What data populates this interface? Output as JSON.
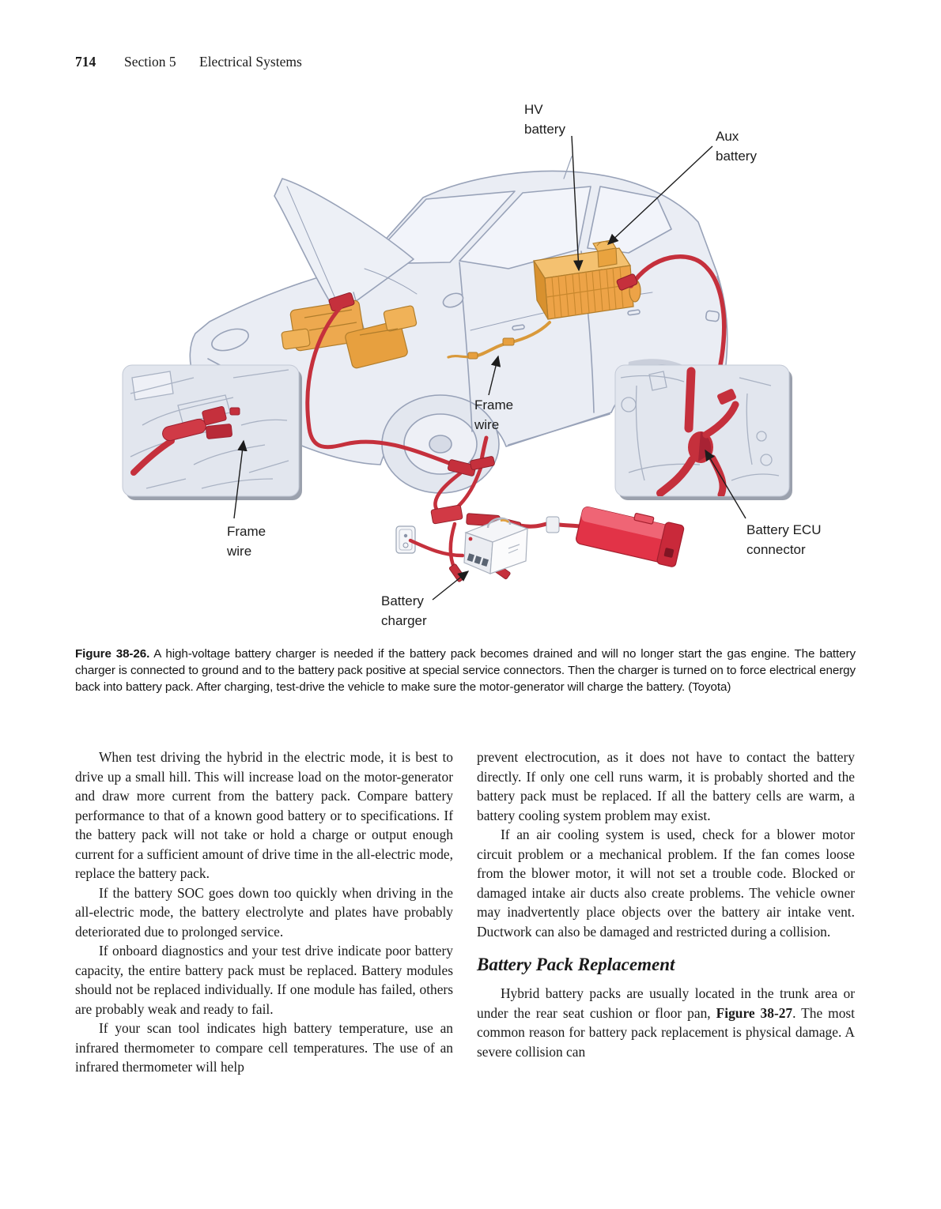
{
  "header": {
    "page_number": "714",
    "section_label": "Section 5",
    "section_title": "Electrical Systems"
  },
  "figure": {
    "callouts": {
      "hv_battery": "HV\nbattery",
      "aux_battery": "Aux\nbattery",
      "frame_wire_mid": "Frame\nwire",
      "frame_wire_left": "Frame\nwire",
      "battery_charger": "Battery\ncharger",
      "battery_ecu_connector": "Battery ECU\nconnector"
    },
    "caption": {
      "lead": "Figure 38-26.",
      "body": " A high-voltage battery charger is needed if the battery pack becomes drained and will no longer start the gas engine. The battery charger is connected to ground and to the battery pack positive at special service connectors. Then the charger is turned on to force electrical energy back into battery pack. After charging, test-drive the vehicle to make sure the motor-generator will charge the battery. (Toyota)"
    }
  },
  "article": {
    "left": [
      "When test driving the hybrid in the electric mode, it is best to drive up a small hill. This will increase load on the motor-generator and draw more current from the battery pack. Compare battery performance to that of a known good battery or to specifications. If the battery pack will not take or hold a charge or output enough current for a sufficient amount of drive time in the all-electric mode, replace the battery pack.",
      "If the battery SOC goes down too quickly when driving in the all-electric mode, the battery electrolyte and plates have probably deteriorated due to prolonged service.",
      "If onboard diagnostics and your test drive indicate poor battery capacity, the entire battery pack must be replaced. Battery modules should not be replaced individually. If one module has failed, others are probably weak and ready to fail.",
      "If your scan tool indicates high battery temperature, use an infrared thermometer to compare cell temperatures. The use of an infrared thermometer will help"
    ],
    "right": [
      "prevent electrocution, as it does not have to contact the battery directly. If only one cell runs warm, it is probably shorted and the battery pack must be replaced. If all the battery cells are warm, a battery cooling system problem may exist.",
      "If an air cooling system is used, check for a blower motor circuit problem or a mechanical problem. If the fan comes loose from the blower motor, it will not set a trouble code. Blocked or damaged intake air ducts also create problems. The vehicle owner may inadvertently place objects over the battery air intake vent. Ductwork can also be damaged and restricted during a collision."
    ],
    "heading": "Battery Pack Replacement",
    "last_paragraph": {
      "before": "Hybrid battery packs are usually located in the trunk area or under the rear seat cushion or floor pan, ",
      "bold": "Figure 38-27",
      "after": ". The most common reason for battery pack replacement is physical damage. A severe collision can"
    }
  },
  "colors": {
    "cable_red": "#c5303c",
    "component_orange": "#eda94f",
    "inset_bg": "#e2e6ee",
    "lineart": "#98a2b8",
    "text": "#1a1a1a"
  }
}
